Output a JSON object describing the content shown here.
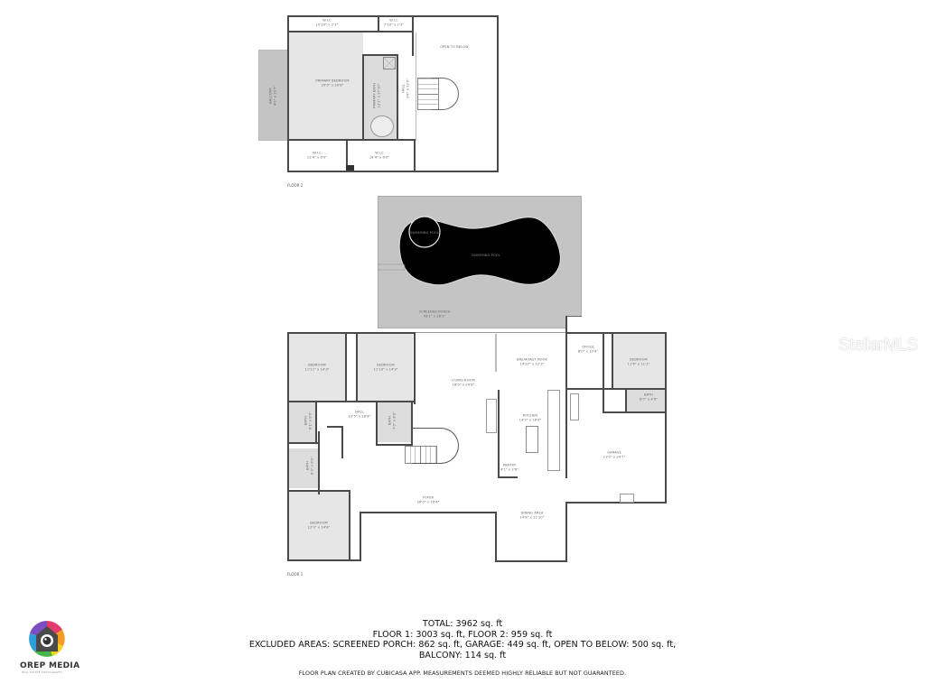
{
  "floor2": {
    "label": "FLOOR 2",
    "rooms": {
      "wic_top_left": {
        "name": "W.I.C",
        "dims": "10'10\" x 2'3\""
      },
      "wic_top_mid": {
        "name": "W.I.C",
        "dims": "7'10\" x 2'3\""
      },
      "open_to_below": {
        "name": "OPEN TO BELOW"
      },
      "primary_bedroom": {
        "name": "PRIMARY BEDROOM",
        "dims": "20'0\" x 20'8\""
      },
      "primary_bath": {
        "name": "PRIMARY BATH",
        "dims": "12'1\" x 17'10\""
      },
      "hall": {
        "name": "HALL",
        "dims": "3'8\" x 13'0\""
      },
      "balcony": {
        "name": "BALCONY",
        "dims": "4'0\" x 19'7\""
      },
      "wic_bottom_left": {
        "name": "W.I.C",
        "dims": "12'4\" x 6'0\""
      },
      "wic_bottom_right": {
        "name": "W.I.C",
        "dims": "14'4\" x 6'0\""
      }
    }
  },
  "porch": {
    "swimming_pool_small": "SWIMMING POOL",
    "swimming_pool_main": "SWIMMING POOL",
    "screened_porch": {
      "name": "SCREENED PORCH",
      "dims": "43'1\" x 28'1\""
    }
  },
  "floor1": {
    "label": "FLOOR 1",
    "rooms": {
      "bedroom_1": {
        "name": "BEDROOM",
        "dims": "11'11\" x 14'3\""
      },
      "bedroom_2": {
        "name": "BEDROOM",
        "dims": "11'10\" x 14'3\""
      },
      "living_room": {
        "name": "LIVING ROOM",
        "dims": "18'0\" x 24'8\""
      },
      "breakfast_nook": {
        "name": "BREAKFAST NOOK",
        "dims": "14'10\" x 12'3\""
      },
      "office": {
        "name": "OFFICE",
        "dims": "8'0\" x 10'4\""
      },
      "bedroom_3": {
        "name": "BEDROOM",
        "dims": "11'6\" x 11'1\""
      },
      "bath_3": {
        "name": "BATH",
        "dims": "6'0\" x 4'9\""
      },
      "hall": {
        "name": "HALL",
        "dims": "10'5\" x 18'8\""
      },
      "bath_1": {
        "name": "BATH",
        "dims": "8'1\" x 8'0\""
      },
      "bath_2": {
        "name": "BATH",
        "dims": "7'0\" x 8'0\""
      },
      "kitchen": {
        "name": "KITCHEN",
        "dims": "14'0\" x 18'8\""
      },
      "garage": {
        "name": "GARAGE",
        "dims": "21'0\" x 24'7\""
      },
      "bath_4": {
        "name": "BATH",
        "dims": "8'3\" x 8'0\""
      },
      "pantry": {
        "name": "PANTRY",
        "dims": "4'1\" x 2'6\""
      },
      "foyer": {
        "name": "FOYER",
        "dims": "26'0\" x 16'4\""
      },
      "dining_area": {
        "name": "DINING AREA",
        "dims": "14'8\" x 11'10\""
      },
      "bedroom_4": {
        "name": "BEDROOM",
        "dims": "12'0\" x 14'8\""
      }
    }
  },
  "summary": {
    "total": "TOTAL: 3962 sq. ft",
    "floors": "FLOOR 1: 3003 sq. ft, FLOOR 2: 959 sq. ft",
    "excluded": "EXCLUDED AREAS: SCREENED PORCH: 862 sq. ft, GARAGE: 449 sq. ft, OPEN TO BELOW: 500 sq. ft,",
    "balcony": "BALCONY: 114 sq. ft",
    "disclaimer": "FLOOR PLAN CREATED BY CUBICASA APP. MEASUREMENTS DEEMED HIGHLY RELIABLE BUT NOT GUARANTEED."
  },
  "branding": {
    "logo_name": "OREP MEDIA",
    "logo_tagline": "REAL ESTATE PHOTOGRAPHY",
    "watermark": "StellarMLS",
    "logo_colors": [
      "#e23b6b",
      "#f39c1f",
      "#f6d21b",
      "#45b649",
      "#2d9cdb",
      "#7b4fbf"
    ]
  }
}
